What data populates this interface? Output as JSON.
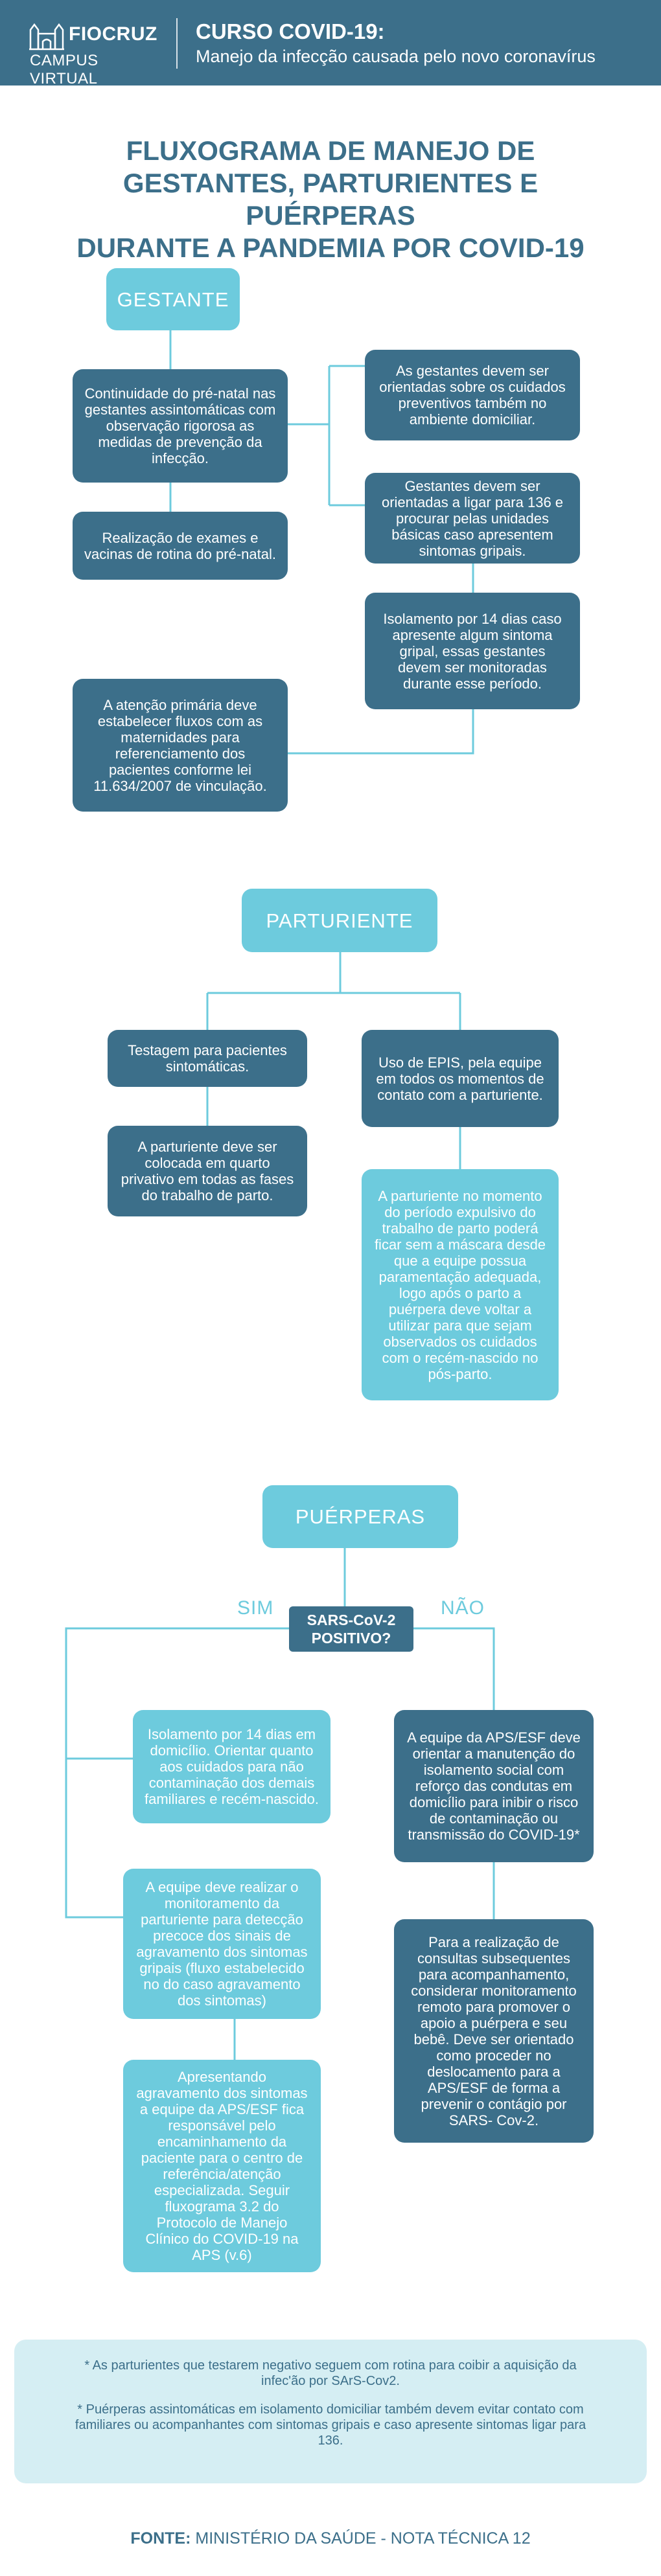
{
  "header": {
    "brand_name": "FIOCRUZ",
    "brand_sub": "CAMPUS VIRTUAL",
    "course_title": "CURSO COVID-19:",
    "course_subtitle": "Manejo da infecção causada pelo novo coronavírus"
  },
  "title": {
    "line1": "FLUXOGRAMA DE MANEJO DE",
    "line2": "GESTANTES, PARTURIENTES E PUÉRPERAS",
    "line3": "DURANTE A PANDEMIA POR COVID-19"
  },
  "gestante": {
    "heading": "GESTANTE",
    "prenatal": "Continuidade do pré-natal nas gestantes assintomáticas com observação rigorosa as medidas de prevenção da infecção.",
    "exames": "Realização de exames e vacinas de rotina do pré-natal.",
    "cuidados": "As gestantes devem ser orientadas sobre os cuidados preventivos também no ambiente domiciliar.",
    "ligar136": "Gestantes devem ser orientadas a ligar para 136 e procurar pelas unidades básicas caso apresentem sintomas gripais.",
    "isolamento": "Isolamento por 14 dias caso apresente algum sintoma gripal, essas gestantes devem ser monitoradas durante esse período.",
    "atencao": "A atenção primária deve estabelecer fluxos com as maternidades para referenciamento dos pacientes conforme lei 11.634/2007 de vinculação."
  },
  "parturiente": {
    "heading": "PARTURIENTE",
    "testagem": "Testagem para pacientes sintomáticas.",
    "quarto": "A parturiente deve ser colocada em quarto privativo em todas as fases do trabalho de parto.",
    "epis": "Uso de EPIS, pela equipe em todos os momentos de contato com a parturiente.",
    "mascara": "A parturiente no momento do período expulsivo do trabalho de parto poderá ficar sem a máscara desde que a equipe possua paramentação adequada, logo após o parto a puérpera deve voltar a utilizar para que sejam observados os cuidados com o recém-nascido no pós-parto."
  },
  "puerperas": {
    "heading": "PUÉRPERAS",
    "decision_line1": "SARS-CoV-2",
    "decision_line2": "POSITIVO?",
    "yes_label": "SIM",
    "no_label": "NÃO",
    "yes_isolamento": "Isolamento por 14 dias em domicílio. Orientar quanto aos cuidados para não contaminação dos demais familiares e recém-nascido.",
    "yes_monitoramento": "A equipe deve realizar o monitoramento da parturiente para detecção precoce dos sinais de agravamento dos sintomas gripais (fluxo estabelecido no do caso agravamento dos sintomas)",
    "yes_agravamento": "Apresentando agravamento dos sintomas a equipe da APS/ESF fica responsável pelo encaminhamento da paciente para o centro de referência/atenção especializada. Seguir fluxograma 3.2 do Protocolo de Manejo Clínico do COVID-19 na APS (v.6)",
    "no_equipe": "A equipe da APS/ESF deve orientar a manutenção do isolamento social com reforço das condutas em domicílio para inibir o risco de contaminação ou transmissão do COVID-19*",
    "no_consultas": "Para a realização de consultas subsequentes para acompanhamento, considerar monitoramento remoto para promover o apoio a puérpera e seu bebê. Deve ser orientado como proceder no deslocamento para a APS/ESF de forma a prevenir o contágio por SARS- Cov-2."
  },
  "notes": {
    "note1": "* As parturientes que testarem negativo seguem com rotina para coibir a aquisição da infec'ão por SArS-Cov2.",
    "note2": "* Puérperas assintomáticas em isolamento domiciliar também devem evitar contato com familiares ou acompanhantes com sintomas gripais e caso apresente sintomas ligar para 136."
  },
  "footer": {
    "label": "FONTE:",
    "source": "MINISTÉRIO DA SAÚDE - NOTA TÉCNICA 12"
  },
  "colors": {
    "dark": "#3c6f8a",
    "light": "#6dcbdd",
    "note_bg": "#d5eef3"
  }
}
